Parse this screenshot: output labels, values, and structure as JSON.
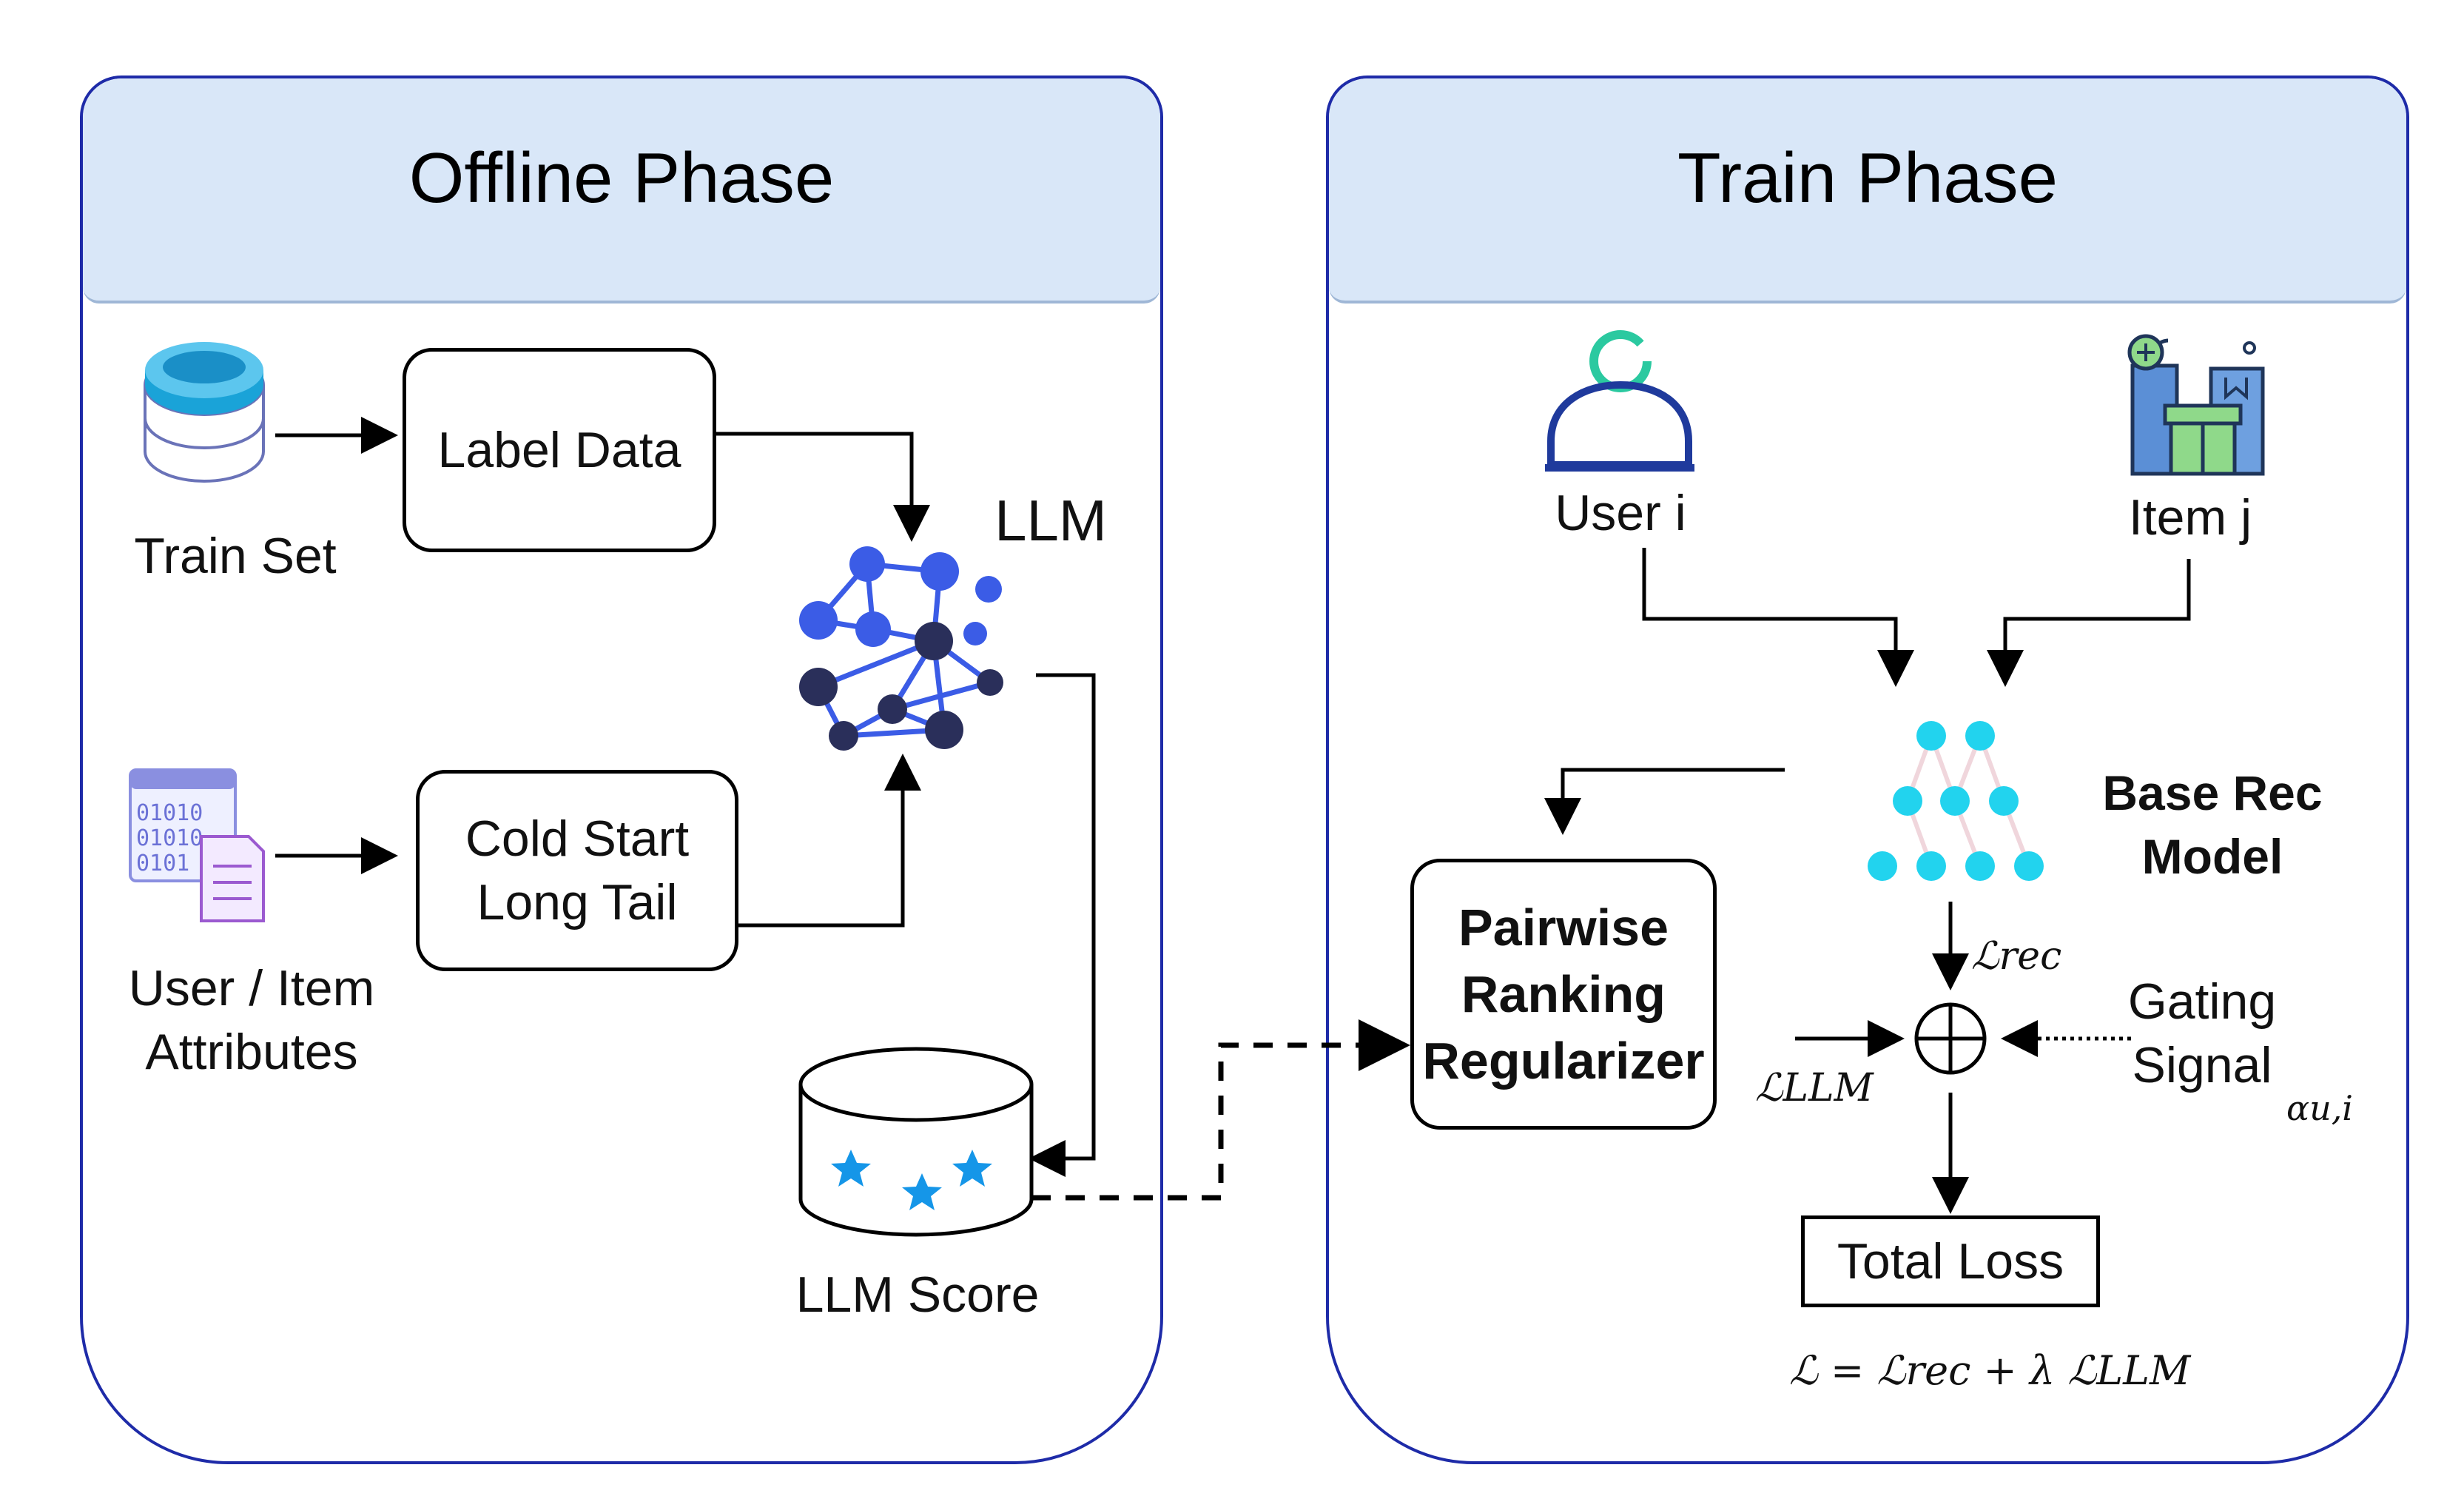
{
  "offline": {
    "title": "Offline Phase",
    "train_set": "Train Set",
    "label_data": "Label Data",
    "cold_start": "Cold Start\nLong Tail",
    "attributes": "User / Item\nAttributes",
    "llm": "LLM",
    "llm_score": "LLM Score"
  },
  "train": {
    "title": "Train Phase",
    "user": "User i",
    "item": "Item j",
    "base_rec": "Base Rec\nModel",
    "regularizer": "Pairwise\nRanking\nRegularizer",
    "l_rec": "ℒrec",
    "l_llm": "ℒLLM",
    "gating": "Gating\nSignal",
    "alpha": "αu,i",
    "total_loss": "Total Loss",
    "formula": "ℒ = ℒrec + λ ℒLLM"
  },
  "colors": {
    "panel_border": "#1e2ba8",
    "header_fill": "#d9e7f8",
    "network_blue": "#3b5ce6",
    "network_dark": "#2a2f5a",
    "node_cyan": "#22d3ee",
    "star_blue": "#1596e8",
    "user_green": "#2bc9a0"
  }
}
